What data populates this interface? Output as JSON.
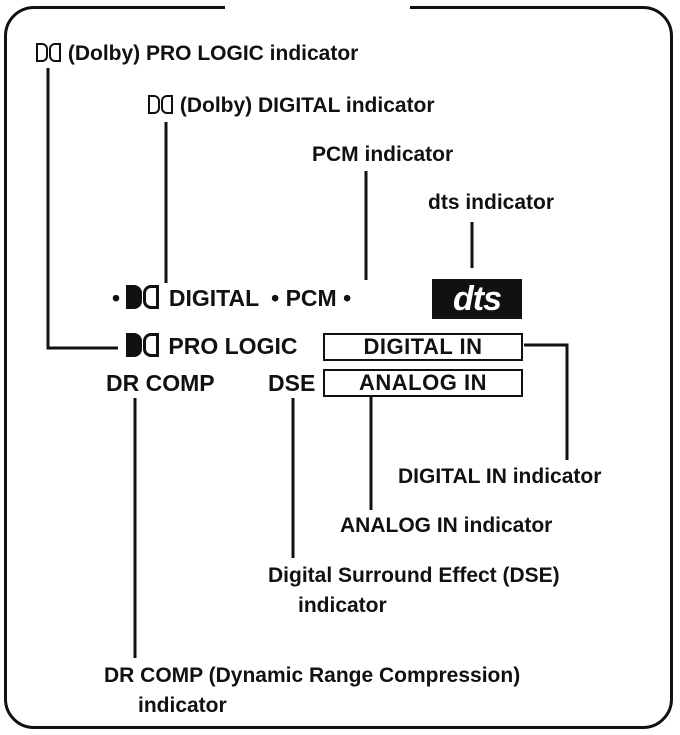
{
  "labels": {
    "dolby_pro_logic_indicator": "(Dolby) PRO LOGIC indicator",
    "dolby_digital_indicator": "(Dolby) DIGITAL indicator",
    "pcm_indicator": "PCM indicator",
    "dts_indicator": "dts indicator",
    "digital_in_indicator": "DIGITAL IN indicator",
    "analog_in_indicator": "ANALOG IN indicator",
    "dse_indicator_line1": "Digital Surround Effect (DSE)",
    "dse_indicator_line2": "indicator",
    "dr_comp_indicator_line1": "DR COMP (Dynamic Range Compression)",
    "dr_comp_indicator_line2": "indicator"
  },
  "display": {
    "bullet": "•",
    "digital": "DIGITAL",
    "pcm": "PCM",
    "dts": "dts",
    "pro": "PRO",
    "logic": "LOGIC",
    "digital_in": "DIGITAL IN",
    "analog_in": "ANALOG IN",
    "dr_comp": "DR COMP",
    "dse": "DSE"
  },
  "colors": {
    "ink": "#111111",
    "background": "#ffffff"
  },
  "icons": {
    "dolby": "double-d-icon"
  }
}
